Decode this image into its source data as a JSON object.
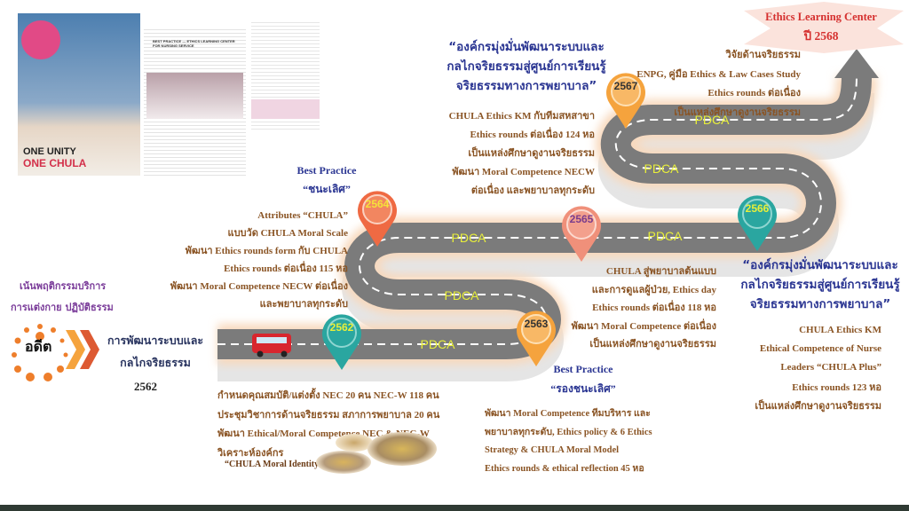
{
  "images": {
    "magazine_cover_text": [
      "ONE UNITY",
      "ONE CHULA"
    ],
    "article_title": "BEST PRACTICE — ETHICS LEARNING CENTER FOR NURSING SERVICE"
  },
  "colors": {
    "road": "#7b7b7b",
    "pin_2562": "#2aa6a0",
    "pin_2563": "#f5a33d",
    "pin_2564": "#ef6a43",
    "pin_2565": "#f0907a",
    "pin_2566": "#2aa6a0",
    "pin_2567": "#f5a33d"
  },
  "goal": {
    "title": "Ethics Learning Center",
    "year": "ปี 2568"
  },
  "y2567": {
    "pin": "2567",
    "lines": [
      "วิจัยด้านจริยธรรม",
      "ENPG, คู่มือ Ethics & Law Cases Study",
      "Ethics rounds ต่อเนื่อง",
      "เป็นแหล่งศึกษาดูงานจริยธรรม"
    ]
  },
  "top_quote": {
    "lines": [
      "“องค์กรมุ่งมั่นพัฒนาระบบและ",
      "กลไกจริยธรรมสู่ศูนย์การเรียนรู้",
      "จริยธรรมทางการพยาบาล”"
    ],
    "details": [
      "CHULA Ethics KM กับทีมสหสาขา",
      "Ethics rounds ต่อเนื่อง 124 หอ",
      "เป็นแหล่งศึกษาดูงานจริยธรรม",
      "พัฒนา Moral Competence NECW",
      "ต่อเนื่อง และพยาบาลทุกระดับ"
    ]
  },
  "y2564": {
    "pin": "2564",
    "award": "Best Practice",
    "award_level": "“ชนะเลิศ”",
    "lines": [
      "Attributes “CHULA”",
      "แบบวัด CHULA Moral Scale",
      "พัฒนา Ethics rounds form กับ CHULA",
      "Ethics rounds ต่อเนื่อง 115 หอ",
      "พัฒนา Moral Competence NECW ต่อเนื่อง",
      "และพยาบาลทุกระดับ"
    ]
  },
  "past": {
    "lines": [
      "เน้นพฤติกรรมบริการ",
      "การแต่งกาย ปฏิบัติธรรม"
    ],
    "badge": "อดีต",
    "title": [
      "การพัฒนาระบบและ",
      "กลไกจริยธรรม"
    ],
    "year": "2562"
  },
  "y2562": {
    "pin": "2562",
    "lines": [
      "กำหนดคุณสมบัติ/แต่งตั้ง NEC 20 คน NEC-W 118 คน",
      "ประชุมวิชาการด้านจริยธรรม สภาการพยาบาล  20 คน",
      "พัฒนา Ethical/Moral Competence NEC & NEC-W",
      "วิเคราะห์องค์กร"
    ],
    "identity": "“CHULA Moral Identity”"
  },
  "y2563": {
    "pin": "2563",
    "award": "Best Practice",
    "award_level": "“รองชนะเลิศ”",
    "lines": [
      "พัฒนา Moral Competence ทีมบริหาร และ",
      "พยาบาลทุกระดับ, Ethics policy & 6 Ethics",
      "Strategy &  CHULA Moral Model",
      "Ethics rounds & ethical reflection 45 หอ"
    ]
  },
  "y2565": {
    "pin": "2565",
    "lines": [
      "CHULA สู่พยาบาลต้นแบบ",
      "และการดูแลผู้ป่วย, Ethics day",
      "Ethics rounds ต่อเนื่อง 118 หอ",
      "พัฒนา Moral Competence ต่อเนื่อง",
      "เป็นแหล่งศึกษาดูงานจริยธรรม"
    ]
  },
  "y2566": {
    "pin": "2566",
    "quote": [
      "“องค์กรมุ่งมั่นพัฒนาระบบและ",
      "กลไกจริยธรรมสู่ศูนย์การเรียนรู้",
      "จริยธรรมทางการพยาบาล”"
    ],
    "lines": [
      "CHULA Ethics KM",
      "Ethical Competence of Nurse",
      "Leaders “CHULA Plus”",
      "Ethics rounds  123 หอ",
      "เป็นแหล่งศึกษาดูงานจริยธรรม"
    ]
  },
  "pdca": "PDCA"
}
